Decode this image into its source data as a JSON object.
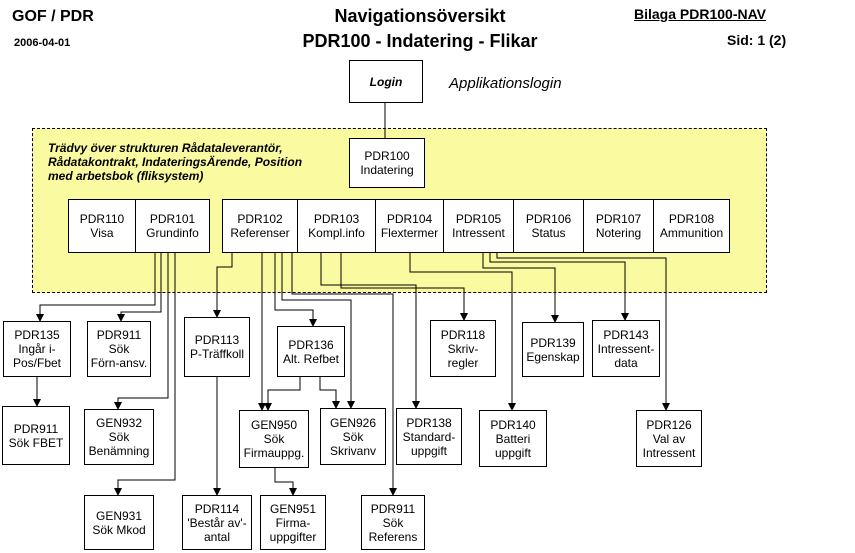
{
  "header": {
    "org": "GOF / PDR",
    "date": "2006-04-01",
    "title_line1": "Navigationsöversikt",
    "title_line2": "PDR100 - Indatering - Flikar",
    "bilaga": "Bilaga PDR100-NAV",
    "sid": "Sid: 1 (2)"
  },
  "login": {
    "label": "Login",
    "note": "Applikationslogin"
  },
  "region": {
    "desc_line1": "Trädvy över strukturen Rådataleverantör,",
    "desc_line2": "Rådatakontrakt, IndateringsÄrende, Position",
    "desc_line3": "med arbetsbok (fliksystem)"
  },
  "pdr100": {
    "l1": "PDR100",
    "l2": "Indatering"
  },
  "tabs": [
    {
      "l1": "PDR110",
      "l2": "Visa"
    },
    {
      "l1": "PDR101",
      "l2": "Grundinfo"
    },
    {
      "l1": "PDR102",
      "l2": "Referenser"
    },
    {
      "l1": "PDR103",
      "l2": "Kompl.info"
    },
    {
      "l1": "PDR104",
      "l2": "Flextermer"
    },
    {
      "l1": "PDR105",
      "l2": "Intressent"
    },
    {
      "l1": "PDR106",
      "l2": "Status"
    },
    {
      "l1": "PDR107",
      "l2": "Notering"
    },
    {
      "l1": "PDR108",
      "l2": "Ammunition"
    }
  ],
  "nodes": {
    "pdr135": [
      "PDR135",
      "Ingår i-",
      "Pos/Fbet"
    ],
    "pdr911a": [
      "PDR911",
      "Sök",
      "Förn-ansv."
    ],
    "pdr113": [
      "PDR113",
      "P-Träffkoll"
    ],
    "pdr136": [
      "PDR136",
      "Alt. Refbet"
    ],
    "pdr118": [
      "PDR118",
      "Skriv-",
      "regler"
    ],
    "pdr139": [
      "PDR139",
      "Egenskap"
    ],
    "pdr143": [
      "PDR143",
      "Intressent-",
      "data"
    ],
    "pdr911b": [
      "PDR911",
      "Sök FBET"
    ],
    "gen932": [
      "GEN932",
      "Sök",
      "Benämning"
    ],
    "gen950": [
      "GEN950",
      "Sök",
      "Firmauppg."
    ],
    "gen926": [
      "GEN926",
      "Sök",
      "Skrivanv"
    ],
    "pdr138": [
      "PDR138",
      "Standard-",
      "uppgift"
    ],
    "pdr140": [
      "PDR140",
      "Batteri",
      "uppgift"
    ],
    "pdr126": [
      "PDR126",
      "Val av",
      "Intressent"
    ],
    "gen931": [
      "GEN931",
      "Sök Mkod"
    ],
    "pdr114": [
      "PDR114",
      "'Består av'-",
      "antal"
    ],
    "gen951": [
      "GEN951",
      "Firma-",
      "uppgifter"
    ],
    "pdr911c": [
      "PDR911",
      "Sök",
      "Referens"
    ]
  }
}
